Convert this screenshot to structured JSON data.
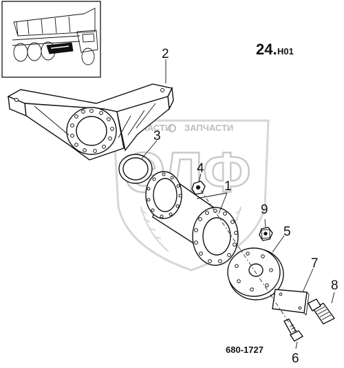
{
  "figure": {
    "number": "24.",
    "suffix": "H01",
    "drawing_number": "680-1727"
  },
  "watermark": {
    "logo_text": "ЭЛФ",
    "left_word": "ЗАПЧАСТИ",
    "right_word": "ЗАПЧАСТИ"
  },
  "callouts": [
    {
      "id": "part-1",
      "label": "1"
    },
    {
      "id": "part-2",
      "label": "2"
    },
    {
      "id": "part-3",
      "label": "3"
    },
    {
      "id": "part-4",
      "label": "4"
    },
    {
      "id": "part-5",
      "label": "5"
    },
    {
      "id": "part-6",
      "label": "6"
    },
    {
      "id": "part-7",
      "label": "7"
    },
    {
      "id": "part-8",
      "label": "8"
    },
    {
      "id": "part-9",
      "label": "9"
    }
  ]
}
